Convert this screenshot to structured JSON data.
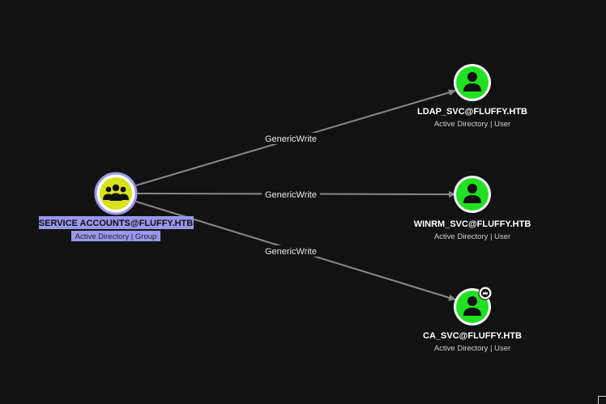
{
  "colors": {
    "background": "#121212",
    "edge": "#8a8a8a",
    "group_fill": "#d9e21b",
    "group_ring": "#9b9bea",
    "user_fill": "#22e022",
    "selection_highlight": "#9898ec"
  },
  "graph": {
    "source": {
      "name": "SERVICE ACCOUNTS@FLUFFY.HTB",
      "subtitle": "Active Directory | Group",
      "icon": "users-group-icon",
      "selected": true
    },
    "targets": [
      {
        "name": "LDAP_SVC@FLUFFY.HTB",
        "subtitle": "Active Directory | User",
        "icon": "user-icon",
        "badge": null
      },
      {
        "name": "WINRM_SVC@FLUFFY.HTB",
        "subtitle": "Active Directory | User",
        "icon": "user-icon",
        "badge": null
      },
      {
        "name": "CA_SVC@FLUFFY.HTB",
        "subtitle": "Active Directory | User",
        "icon": "user-icon",
        "badge": "crown-icon"
      }
    ],
    "edges": [
      {
        "label": "GenericWrite",
        "to": 0
      },
      {
        "label": "GenericWrite",
        "to": 1
      },
      {
        "label": "GenericWrite",
        "to": 2
      }
    ]
  }
}
